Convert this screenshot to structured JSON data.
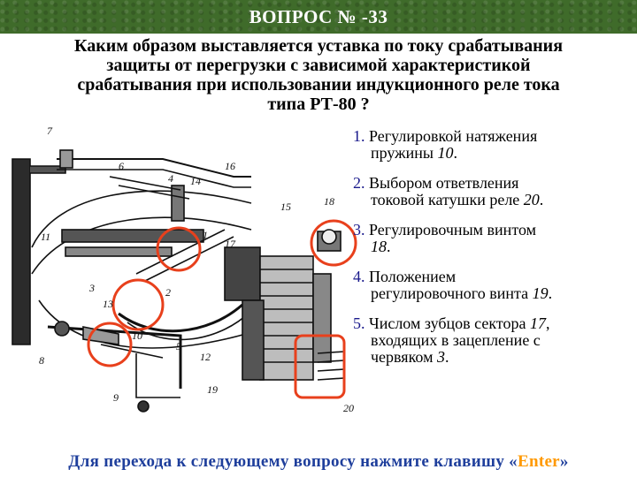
{
  "header": {
    "title": "ВОПРОС  № -33"
  },
  "question": {
    "lines": [
      "Каким образом выставляется уставка по току срабатывания",
      "защиты от перегрузки с зависимой характеристикой",
      "срабатывания при использовании индукционного реле тока",
      "типа РТ-80 ?"
    ]
  },
  "diagram": {
    "labels": {
      "n1": "1",
      "n2": "2",
      "n3": "3",
      "n4": "4",
      "n5": "5",
      "n6": "6",
      "n7": "7",
      "n8": "8",
      "n9": "9",
      "n10": "10",
      "n11": "11",
      "n12": "12",
      "n13": "13",
      "n14": "14",
      "n15": "15",
      "n16": "16",
      "n17": "17",
      "n18": "18",
      "n19": "19",
      "n20": "20"
    },
    "highlight_color": "#e8401c"
  },
  "answers": [
    {
      "num": "1.",
      "text_a": "Регулировкой натяжения",
      "text_b": "пружины ",
      "ital": "10",
      "tail": "."
    },
    {
      "num": "2.",
      "text_a": "Выбором ответвления",
      "text_b": "токовой катушки реле ",
      "ital": "20",
      "tail": "."
    },
    {
      "num": "3.",
      "text_a": "Регулировочным винтом",
      "text_b": "",
      "ital": "18",
      "tail": "."
    },
    {
      "num": "4.",
      "text_a": "Положением",
      "text_b": "регулировочного винта ",
      "ital": "19",
      "tail": "."
    },
    {
      "num": "5.",
      "text_a": "Числом зубцов сектора ",
      "ital_a": "17",
      "tail_a": ",",
      "text_b": "входящих в зацепление с",
      "text_c": "червяком ",
      "ital": "3",
      "tail": "."
    }
  ],
  "footer": {
    "text": "Для перехода к следующему вопросу нажмите клавишу «",
    "key": "Enter",
    "end": "»"
  }
}
